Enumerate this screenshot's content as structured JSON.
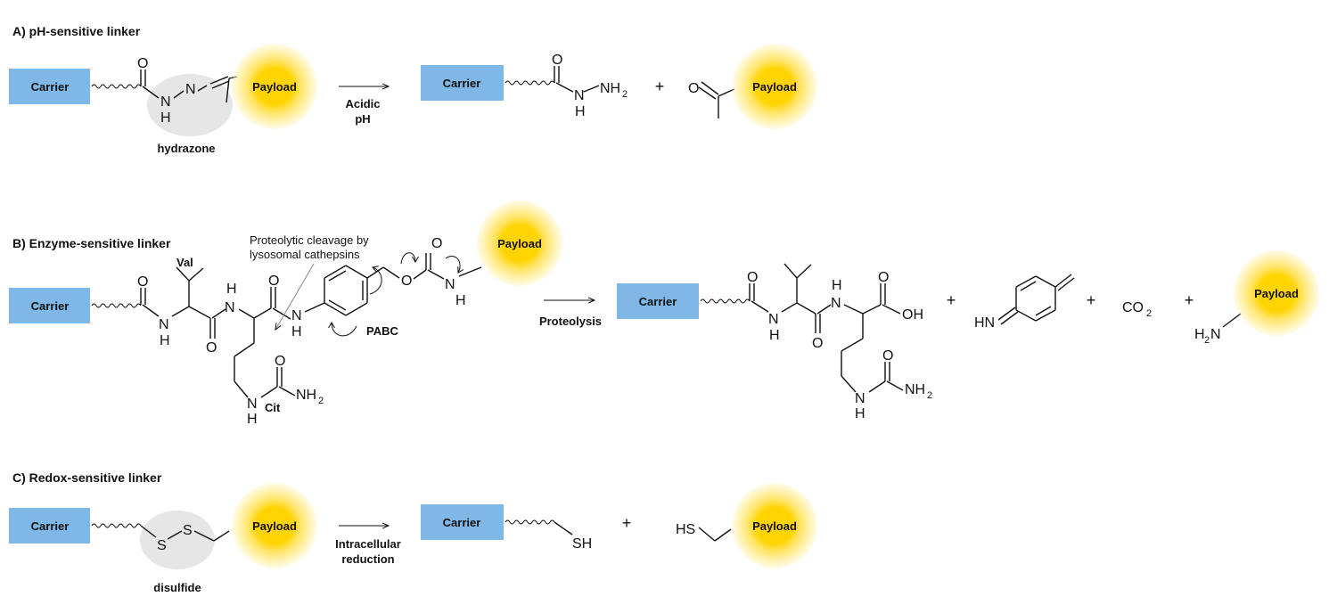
{
  "section_a": {
    "title": "A) pH-sensitive linker",
    "carrier": "Carrier",
    "payload": "Payload",
    "group_label": "hydrazone",
    "condition": [
      "Acidic",
      "pH"
    ],
    "product_payload": "Payload"
  },
  "section_b": {
    "title": "B) Enzyme-sensitive linker",
    "carrier": "Carrier",
    "payload": "Payload",
    "note": [
      "Proteolytic cleavage by",
      "lysosomal cathepsins"
    ],
    "val_label": "Val",
    "cit_label": "Cit",
    "pabc_label": "PABC",
    "condition": "Proteolysis",
    "co2": "CO",
    "co2_sub": "2",
    "product_payload": "Payload"
  },
  "section_c": {
    "title": "C) Redox-sensitive linker",
    "carrier": "Carrier",
    "payload": "Payload",
    "group_label": "disulfide",
    "condition": [
      "Intracellular",
      "reduction"
    ],
    "product_payload": "Payload"
  },
  "atoms": {
    "O": "O",
    "N": "N",
    "H": "H",
    "NH": "NH",
    "NH2": "NH",
    "sub2": "2",
    "OH": "OH",
    "SH": "SH",
    "HS": "HS",
    "S": "S",
    "HN": "HN",
    "H2N_H": "H",
    "H2N_N": "N"
  },
  "symbols": {
    "plus": "+"
  },
  "colors": {
    "carrier": "#7fb7e6",
    "payload_core": "#ffd400",
    "payload_glow": "#fff2b0",
    "cleavable_group": "#e6e6e6"
  }
}
